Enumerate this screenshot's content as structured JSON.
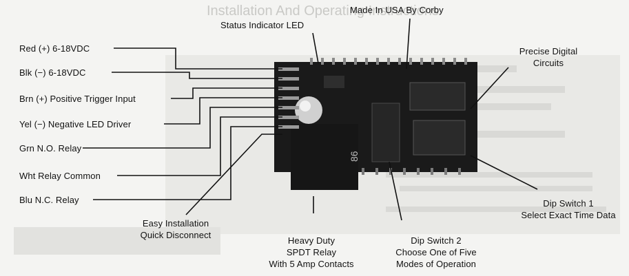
{
  "wire_labels": [
    "Red (+) 6-18VDC",
    "Blk (−) 6-18VDC",
    "Brn (+) Positive Trigger Input",
    "Yel (−) Negative LED Driver",
    "Grn N.O. Relay",
    "Wht Relay Common",
    "Blu N.C. Relay"
  ],
  "top_labels": {
    "made_in": "Made In USA By Corby",
    "status_led": "Status Indicator LED",
    "precise_line1": "Precise Digital",
    "precise_line2": "Circuits"
  },
  "bottom_labels": {
    "easy_line1": "Easy Installation",
    "easy_line2": "Quick Disconnect",
    "relay_line1": "Heavy Duty",
    "relay_line2": "SPDT Relay",
    "relay_line3": "With 5 Amp Contacts",
    "dip2_line1": "Dip Switch 2",
    "dip2_line2": "Choose One of Five",
    "dip2_line3": "Modes of Operation",
    "dip1_line1": "Dip Switch 1",
    "dip1_line2": "Select Exact Time Data"
  },
  "board_marking": "86",
  "background_text": "Installation And Operating Instructions"
}
